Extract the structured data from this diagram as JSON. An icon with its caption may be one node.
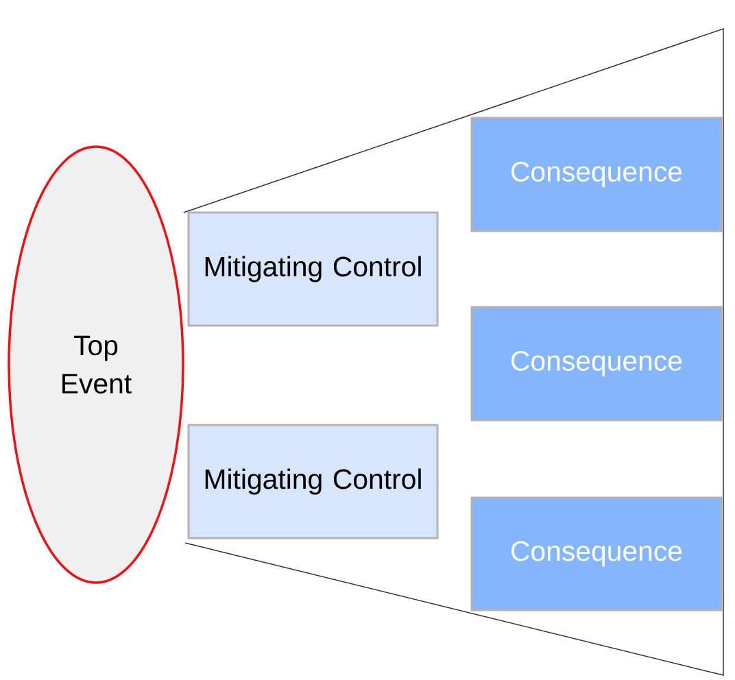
{
  "diagram": {
    "nodes": [
      {
        "text": [
          "Top Event"
        ]
      },
      {
        "text": [
          "Mitigating Control"
        ]
      },
      {
        "text": [
          "Consequence"
        ]
      },
      {
        "text": [
          "Consequence"
        ]
      },
      {
        "text": [
          "Mitigating Control"
        ]
      },
      {
        "text": [
          "Consequence"
        ]
      }
    ]
  }
}
